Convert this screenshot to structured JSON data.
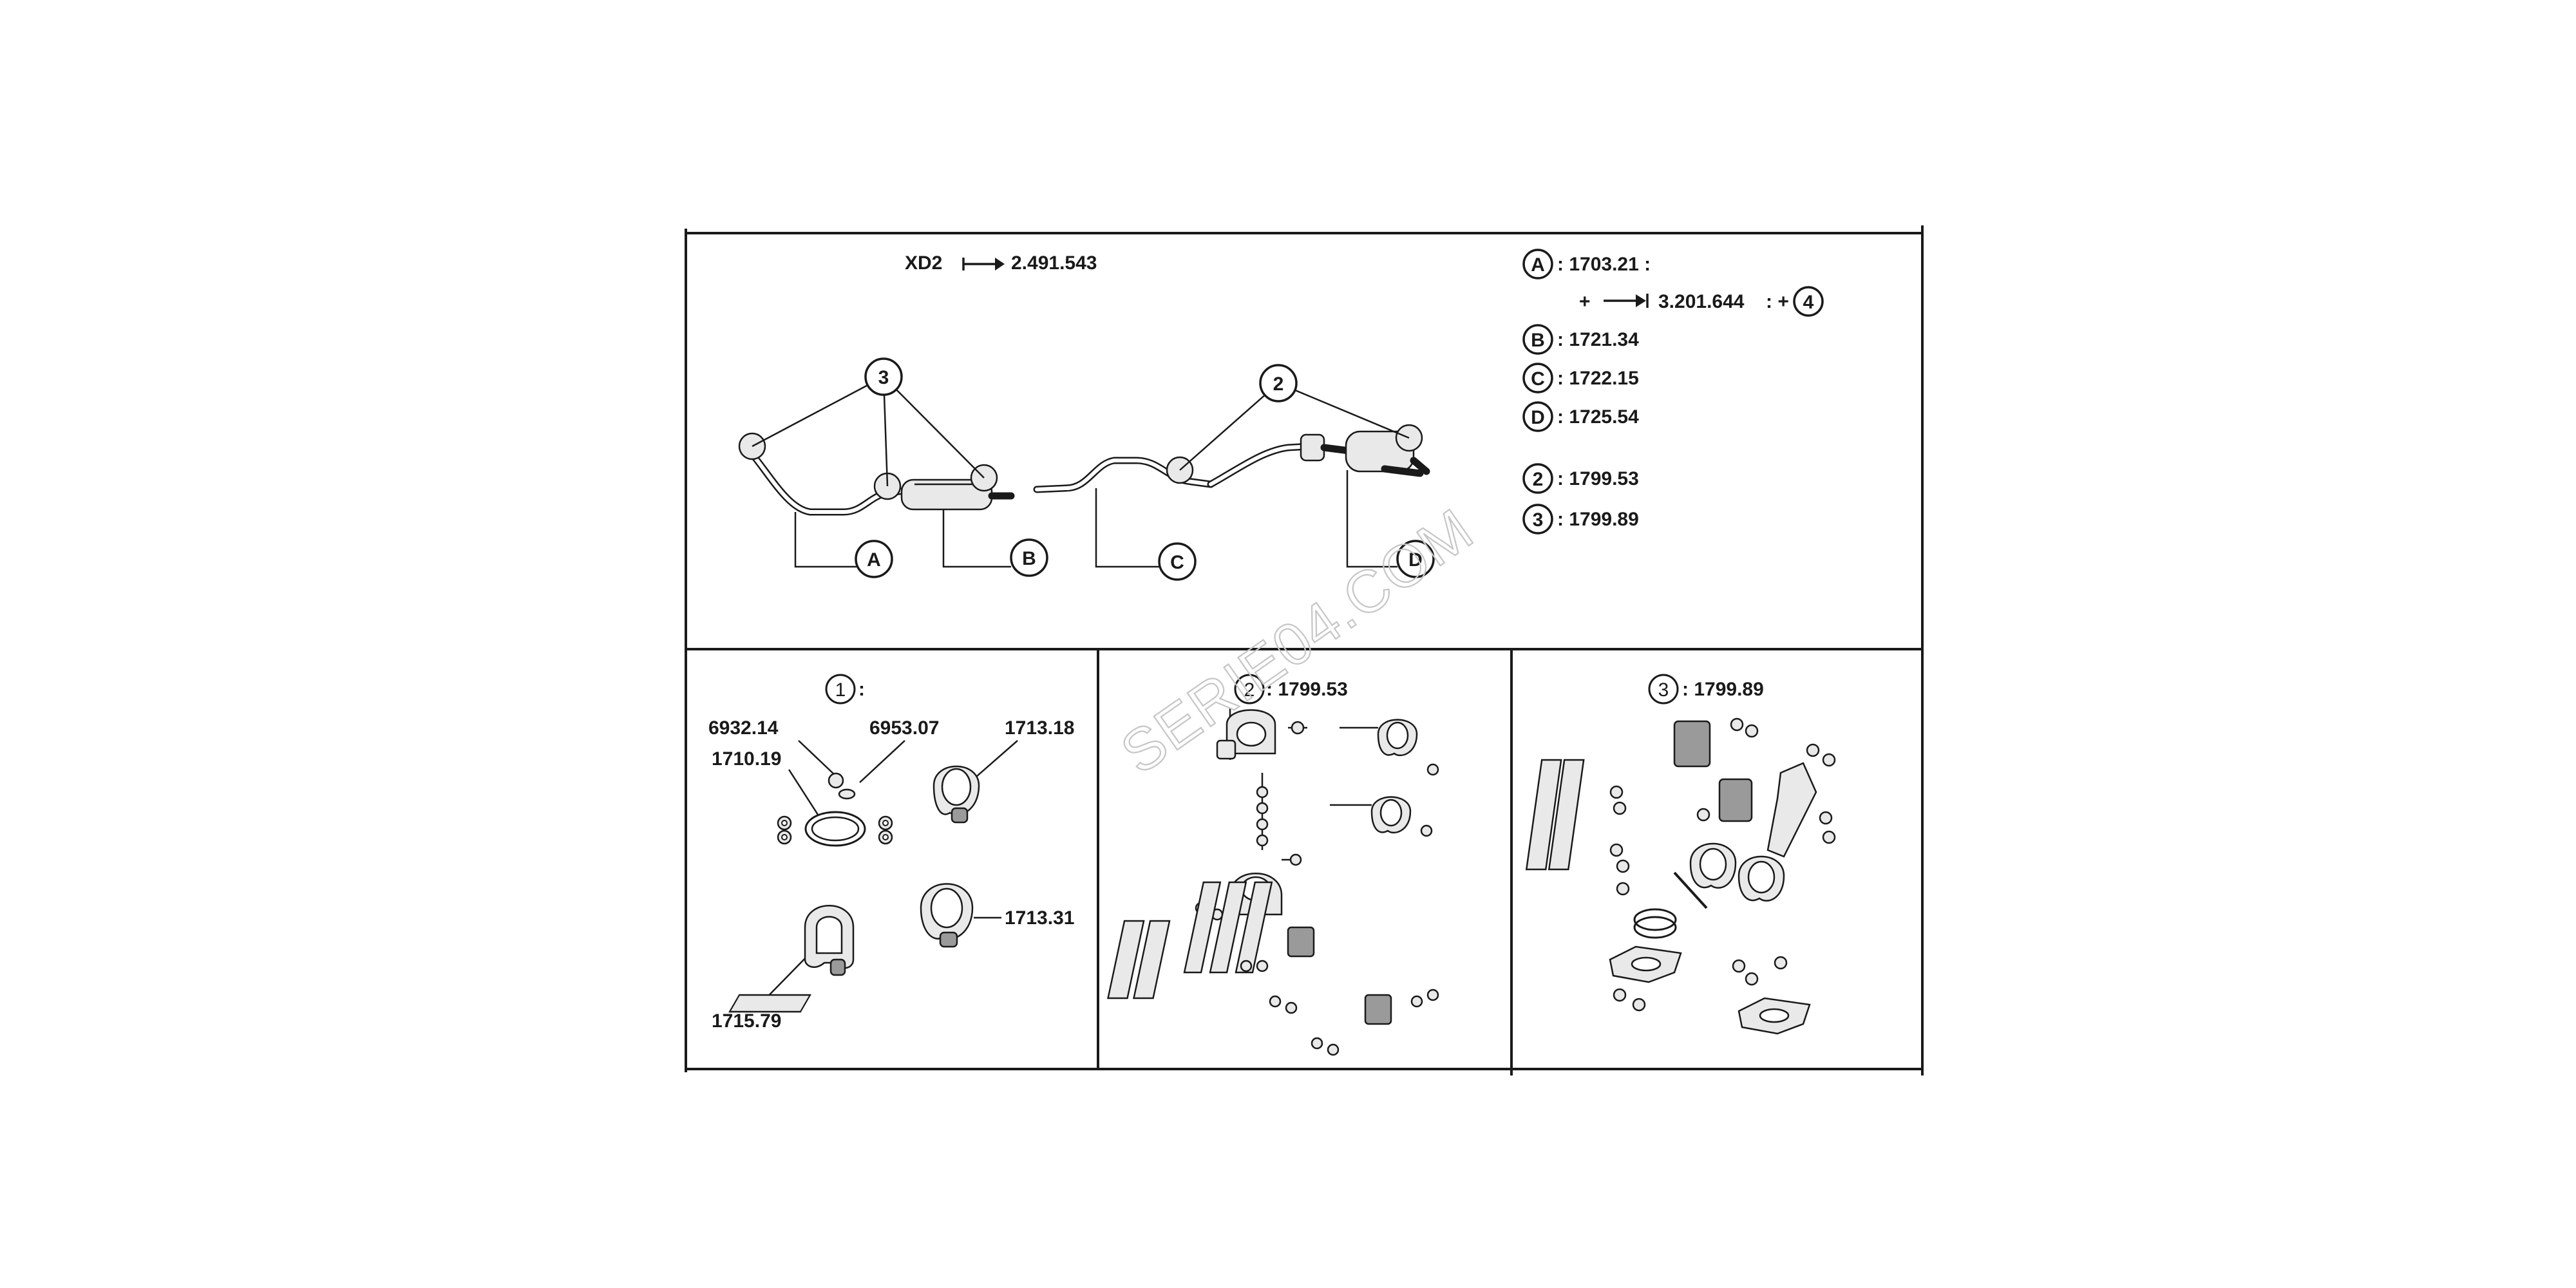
{
  "top": {
    "serial_model": "XD2",
    "serial_number": "2.491.543",
    "callouts": {
      "A": "A",
      "B": "B",
      "C": "C",
      "D": "D",
      "n2": "2",
      "n3": "3"
    }
  },
  "legend": {
    "A": {
      "code": "A",
      "text": ": 1703.21 :"
    },
    "A_plus_prefix": "+",
    "A_plus_serial": "3.201.644",
    "A_plus_suffix": ": +",
    "A_plus_ref": "4",
    "B": {
      "code": "B",
      "text": ": 1721.34"
    },
    "C": {
      "code": "C",
      "text": ": 1722.15"
    },
    "D": {
      "code": "D",
      "text": ": 1725.54"
    },
    "n2": {
      "code": "2",
      "text": ": 1799.53"
    },
    "n3": {
      "code": "3",
      "text": ": 1799.89"
    }
  },
  "panel1": {
    "ref": "1",
    "suffix": ":",
    "parts": [
      "6932.14",
      "6953.07",
      "1713.18",
      "1710.19",
      "1713.31",
      "1715.79"
    ]
  },
  "panel2": {
    "ref": "2",
    "text": ": 1799.53"
  },
  "panel3": {
    "ref": "3",
    "text": ": 1799.89"
  },
  "watermark": "SERIE04.COM"
}
